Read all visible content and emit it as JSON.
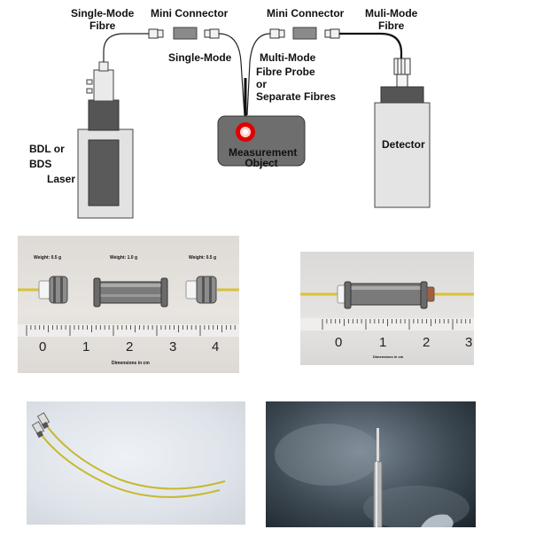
{
  "diagram": {
    "labels": {
      "single_mode_fibre": "Single-Mode\nFibre",
      "mini_connector_left": "Mini Connector",
      "mini_connector_right": "Mini Connector",
      "multi_mode_fibre": "Muli-Mode\nFibre",
      "single_mode": "Single-Mode",
      "multi_mode": "Multi-Mode",
      "fibre_probe": "Fibre Probe\nor\nSeparate Fibres",
      "laser": "BDL or\nBDS\n      Laser",
      "measurement_object": "Measurement\nObject",
      "detector": "Detector"
    }
  },
  "photos": {
    "connectors_open": {
      "weight_left": "Weight: 0.5 g",
      "weight_center": "Weight: 1.0 g",
      "weight_right": "Weight: 0.5 g",
      "scale_numbers": [
        "0",
        "1",
        "2",
        "3",
        "4"
      ],
      "dimensions": "Dimensions in cm"
    },
    "connectors_joined": {
      "scale_numbers": [
        "0",
        "1",
        "2",
        "3"
      ],
      "dimensions": "Dimensions in cm"
    },
    "fibres_photo": {},
    "probe_photo": {}
  },
  "colors": {
    "fibre_yellow": "#d6c23a",
    "laser_red": "#e00000",
    "object_gray": "#6e6e6e",
    "detector_gray": "#e4e4e4"
  }
}
